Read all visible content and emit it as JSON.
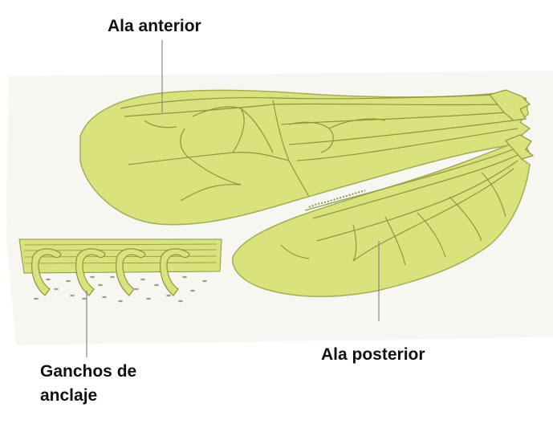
{
  "labels": {
    "forewing": "Ala anterior",
    "hindwing": "Ala posterior",
    "hooks_line1": "Ganchos de",
    "hooks_line2": "anclaje"
  },
  "colors": {
    "wing_fill": "#d9e27c",
    "vein": "#8d9640",
    "outline": "#a4ad55",
    "leader_line": "#888888",
    "text": "#111111"
  }
}
